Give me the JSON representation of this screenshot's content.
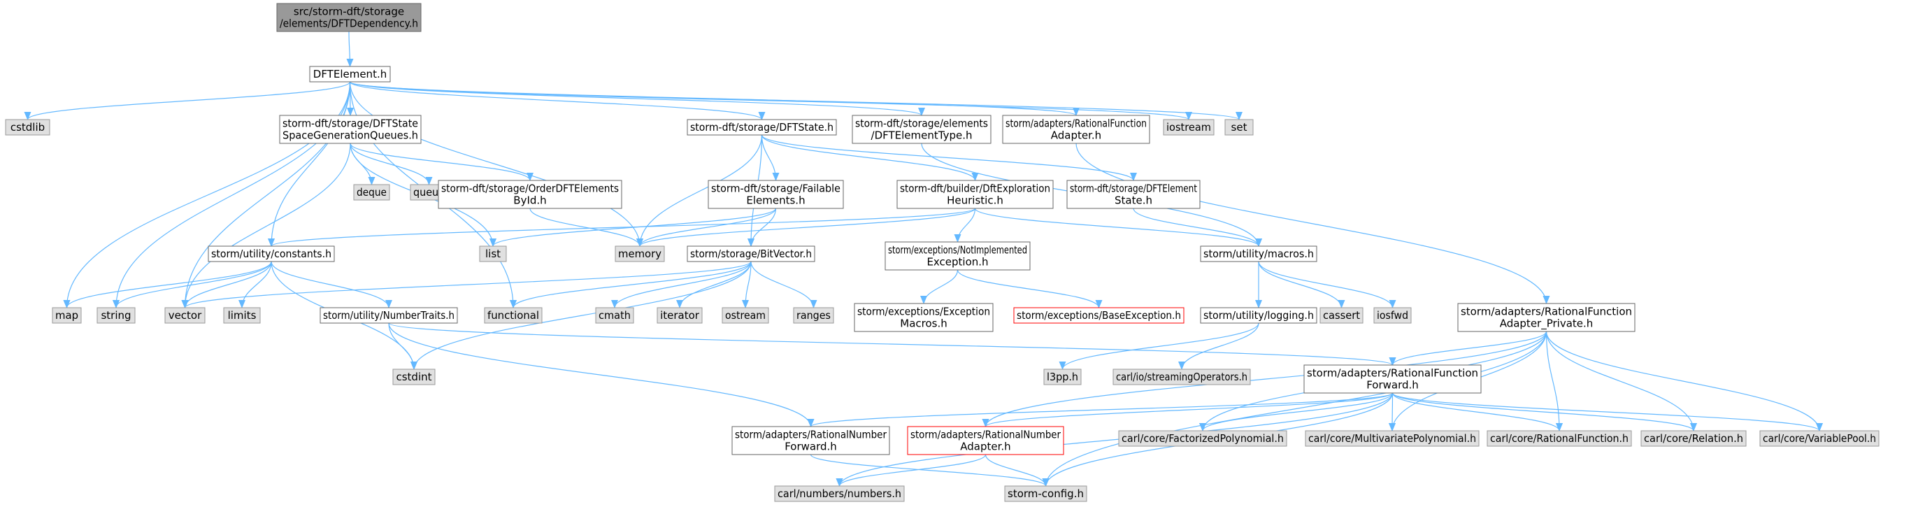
{
  "colors": {
    "edge": "#63b8ff",
    "node_fill": "#ffffff",
    "node_border": "#666666",
    "root_fill": "#999999",
    "root_border": "#666666",
    "ext_fill": "#e0e0e0",
    "ext_border": "#999999",
    "missing_border": "#ff0000"
  },
  "nodes": [
    {
      "id": "root",
      "kind": "root",
      "lines": [
        "src/storm-dft/storage",
        "/elements/DFTDependency.h"
      ]
    },
    {
      "id": "dftelement",
      "kind": "doc",
      "lines": [
        "DFTElement.h"
      ]
    },
    {
      "id": "cstdlib",
      "kind": "ext",
      "lines": [
        "cstdlib"
      ]
    },
    {
      "id": "dftstate_sgq",
      "kind": "doc",
      "lines": [
        "storm-dft/storage/DFTState",
        "SpaceGenerationQueues.h"
      ]
    },
    {
      "id": "dftstate",
      "kind": "doc",
      "lines": [
        "storm-dft/storage/DFTState.h"
      ]
    },
    {
      "id": "dftelementtype",
      "kind": "doc",
      "lines": [
        "storm-dft/storage/elements",
        "/DFTElementType.h"
      ]
    },
    {
      "id": "ratfuncadapter",
      "kind": "doc",
      "lines": [
        "storm/adapters/RationalFunction",
        "Adapter.h"
      ]
    },
    {
      "id": "iostream",
      "kind": "ext",
      "lines": [
        "iostream"
      ]
    },
    {
      "id": "set",
      "kind": "ext",
      "lines": [
        "set"
      ]
    },
    {
      "id": "deque",
      "kind": "ext",
      "lines": [
        "deque"
      ]
    },
    {
      "id": "queue",
      "kind": "ext",
      "lines": [
        "queue"
      ]
    },
    {
      "id": "orderdft",
      "kind": "doc",
      "lines": [
        "storm-dft/storage/OrderDFTElements",
        "ById.h"
      ]
    },
    {
      "id": "failable",
      "kind": "doc",
      "lines": [
        "storm-dft/storage/Failable",
        "Elements.h"
      ]
    },
    {
      "id": "explheur",
      "kind": "doc",
      "lines": [
        "storm-dft/builder/DftExploration",
        "Heuristic.h"
      ]
    },
    {
      "id": "dftelemstate",
      "kind": "doc",
      "lines": [
        "storm-dft/storage/DFTElement",
        "State.h"
      ]
    },
    {
      "id": "list",
      "kind": "ext",
      "lines": [
        "list"
      ]
    },
    {
      "id": "memory",
      "kind": "ext",
      "lines": [
        "memory"
      ]
    },
    {
      "id": "constants",
      "kind": "doc",
      "lines": [
        "storm/utility/constants.h"
      ]
    },
    {
      "id": "bitvector",
      "kind": "doc",
      "lines": [
        "storm/storage/BitVector.h"
      ]
    },
    {
      "id": "notimpl",
      "kind": "doc",
      "lines": [
        "storm/exceptions/NotImplemented",
        "Exception.h"
      ]
    },
    {
      "id": "macros",
      "kind": "doc",
      "lines": [
        "storm/utility/macros.h"
      ]
    },
    {
      "id": "map",
      "kind": "ext",
      "lines": [
        "map"
      ]
    },
    {
      "id": "string",
      "kind": "ext",
      "lines": [
        "string"
      ]
    },
    {
      "id": "vector",
      "kind": "ext",
      "lines": [
        "vector"
      ]
    },
    {
      "id": "limits",
      "kind": "ext",
      "lines": [
        "limits"
      ]
    },
    {
      "id": "numbertraits",
      "kind": "doc",
      "lines": [
        "storm/utility/NumberTraits.h"
      ]
    },
    {
      "id": "functional",
      "kind": "ext",
      "lines": [
        "functional"
      ]
    },
    {
      "id": "cmath",
      "kind": "ext",
      "lines": [
        "cmath"
      ]
    },
    {
      "id": "iterator",
      "kind": "ext",
      "lines": [
        "iterator"
      ]
    },
    {
      "id": "ostream",
      "kind": "ext",
      "lines": [
        "ostream"
      ]
    },
    {
      "id": "ranges",
      "kind": "ext",
      "lines": [
        "ranges"
      ]
    },
    {
      "id": "excmacros",
      "kind": "doc",
      "lines": [
        "storm/exceptions/Exception",
        "Macros.h"
      ]
    },
    {
      "id": "baseexc",
      "kind": "missing",
      "lines": [
        "storm/exceptions/BaseException.h"
      ]
    },
    {
      "id": "logging",
      "kind": "doc",
      "lines": [
        "storm/utility/logging.h"
      ]
    },
    {
      "id": "cassert",
      "kind": "ext",
      "lines": [
        "cassert"
      ]
    },
    {
      "id": "iosfwd",
      "kind": "ext",
      "lines": [
        "iosfwd"
      ]
    },
    {
      "id": "ratfuncpriv",
      "kind": "doc",
      "lines": [
        "storm/adapters/RationalFunction",
        "Adapter_Private.h"
      ]
    },
    {
      "id": "cstdint",
      "kind": "ext",
      "lines": [
        "cstdint"
      ]
    },
    {
      "id": "l3pp",
      "kind": "ext",
      "lines": [
        "l3pp.h"
      ]
    },
    {
      "id": "streamops",
      "kind": "ext",
      "lines": [
        "carl/io/streamingOperators.h"
      ]
    },
    {
      "id": "ratfuncfwd",
      "kind": "doc",
      "lines": [
        "storm/adapters/RationalFunction",
        "Forward.h"
      ]
    },
    {
      "id": "ratnumfwd",
      "kind": "doc",
      "lines": [
        "storm/adapters/RationalNumber",
        "Forward.h"
      ]
    },
    {
      "id": "ratnumadapter",
      "kind": "missing",
      "lines": [
        "storm/adapters/RationalNumber",
        "Adapter.h"
      ]
    },
    {
      "id": "factpoly",
      "kind": "ext",
      "lines": [
        "carl/core/FactorizedPolynomial.h"
      ]
    },
    {
      "id": "multipoly",
      "kind": "ext",
      "lines": [
        "carl/core/MultivariatePolynomial.h"
      ]
    },
    {
      "id": "ratfunc",
      "kind": "ext",
      "lines": [
        "carl/core/RationalFunction.h"
      ]
    },
    {
      "id": "relation",
      "kind": "ext",
      "lines": [
        "carl/core/Relation.h"
      ]
    },
    {
      "id": "varpool",
      "kind": "ext",
      "lines": [
        "carl/core/VariablePool.h"
      ]
    },
    {
      "id": "numbers",
      "kind": "ext",
      "lines": [
        "carl/numbers/numbers.h"
      ]
    },
    {
      "id": "stormconfig",
      "kind": "ext",
      "lines": [
        "storm-config.h"
      ]
    }
  ],
  "edges": [
    [
      "root",
      "dftelement"
    ],
    [
      "dftelement",
      "cstdlib"
    ],
    [
      "dftelement",
      "dftstate_sgq"
    ],
    [
      "dftelement",
      "dftstate"
    ],
    [
      "dftelement",
      "dftelementtype"
    ],
    [
      "dftelement",
      "ratfuncadapter"
    ],
    [
      "dftelement",
      "iostream"
    ],
    [
      "dftelement",
      "set"
    ],
    [
      "dftelement",
      "map"
    ],
    [
      "dftelement",
      "string"
    ],
    [
      "dftelement",
      "vector"
    ],
    [
      "dftelement",
      "constants"
    ],
    [
      "dftelement",
      "functional"
    ],
    [
      "dftelement",
      "memory"
    ],
    [
      "dftstate_sgq",
      "deque"
    ],
    [
      "dftstate_sgq",
      "queue"
    ],
    [
      "dftstate_sgq",
      "orderdft"
    ],
    [
      "dftstate_sgq",
      "list"
    ],
    [
      "dftstate_sgq",
      "vector"
    ],
    [
      "dftstate",
      "failable"
    ],
    [
      "dftstate",
      "explheur"
    ],
    [
      "dftstate",
      "dftelemstate"
    ],
    [
      "dftstate",
      "memory"
    ],
    [
      "dftstate",
      "bitvector"
    ],
    [
      "dftelementtype",
      "macros"
    ],
    [
      "ratfuncadapter",
      "ratfuncpriv"
    ],
    [
      "orderdft",
      "memory"
    ],
    [
      "failable",
      "memory"
    ],
    [
      "failable",
      "list"
    ],
    [
      "failable",
      "bitvector"
    ],
    [
      "explheur",
      "memory"
    ],
    [
      "explheur",
      "constants"
    ],
    [
      "explheur",
      "notimpl"
    ],
    [
      "explheur",
      "macros"
    ],
    [
      "dftelemstate",
      "macros"
    ],
    [
      "constants",
      "map"
    ],
    [
      "constants",
      "string"
    ],
    [
      "constants",
      "vector"
    ],
    [
      "constants",
      "limits"
    ],
    [
      "constants",
      "numbertraits"
    ],
    [
      "constants",
      "cstdint"
    ],
    [
      "bitvector",
      "functional"
    ],
    [
      "bitvector",
      "cmath"
    ],
    [
      "bitvector",
      "iterator"
    ],
    [
      "bitvector",
      "ostream"
    ],
    [
      "bitvector",
      "ranges"
    ],
    [
      "bitvector",
      "vector"
    ],
    [
      "bitvector",
      "cstdint"
    ],
    [
      "notimpl",
      "excmacros"
    ],
    [
      "notimpl",
      "baseexc"
    ],
    [
      "macros",
      "logging"
    ],
    [
      "macros",
      "cassert"
    ],
    [
      "macros",
      "iosfwd"
    ],
    [
      "numbertraits",
      "cstdint"
    ],
    [
      "numbertraits",
      "ratfuncfwd"
    ],
    [
      "numbertraits",
      "ratnumfwd"
    ],
    [
      "logging",
      "l3pp"
    ],
    [
      "logging",
      "streamops"
    ],
    [
      "ratfuncpriv",
      "ratfuncfwd"
    ],
    [
      "ratfuncpriv",
      "ratnumadapter"
    ],
    [
      "ratfuncpriv",
      "multipoly"
    ],
    [
      "ratfuncpriv",
      "ratfunc"
    ],
    [
      "ratfuncpriv",
      "relation"
    ],
    [
      "ratfuncpriv",
      "varpool"
    ],
    [
      "ratfuncpriv",
      "factpoly"
    ],
    [
      "ratfuncpriv",
      "stormconfig"
    ],
    [
      "ratfuncfwd",
      "ratnumfwd"
    ],
    [
      "ratfuncfwd",
      "ratnumadapter"
    ],
    [
      "ratfuncfwd",
      "factpoly"
    ],
    [
      "ratfuncfwd",
      "multipoly"
    ],
    [
      "ratfuncfwd",
      "ratfunc"
    ],
    [
      "ratfuncfwd",
      "relation"
    ],
    [
      "ratfuncfwd",
      "varpool"
    ],
    [
      "ratfuncfwd",
      "numbers"
    ],
    [
      "ratfuncfwd",
      "stormconfig"
    ],
    [
      "ratnumfwd",
      "stormconfig"
    ],
    [
      "ratnumadapter",
      "numbers"
    ],
    [
      "ratnumadapter",
      "stormconfig"
    ]
  ]
}
